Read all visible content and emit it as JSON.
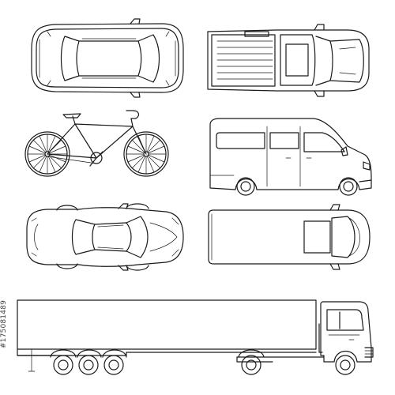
{
  "image": {
    "stock_id_text": "#175081489",
    "subjects": [
      "car-top-view",
      "pickup-truck-top-view",
      "bicycle-side-view",
      "van-side-view",
      "sports-car-top-view",
      "van-top-view",
      "semi-truck-side-view"
    ]
  }
}
